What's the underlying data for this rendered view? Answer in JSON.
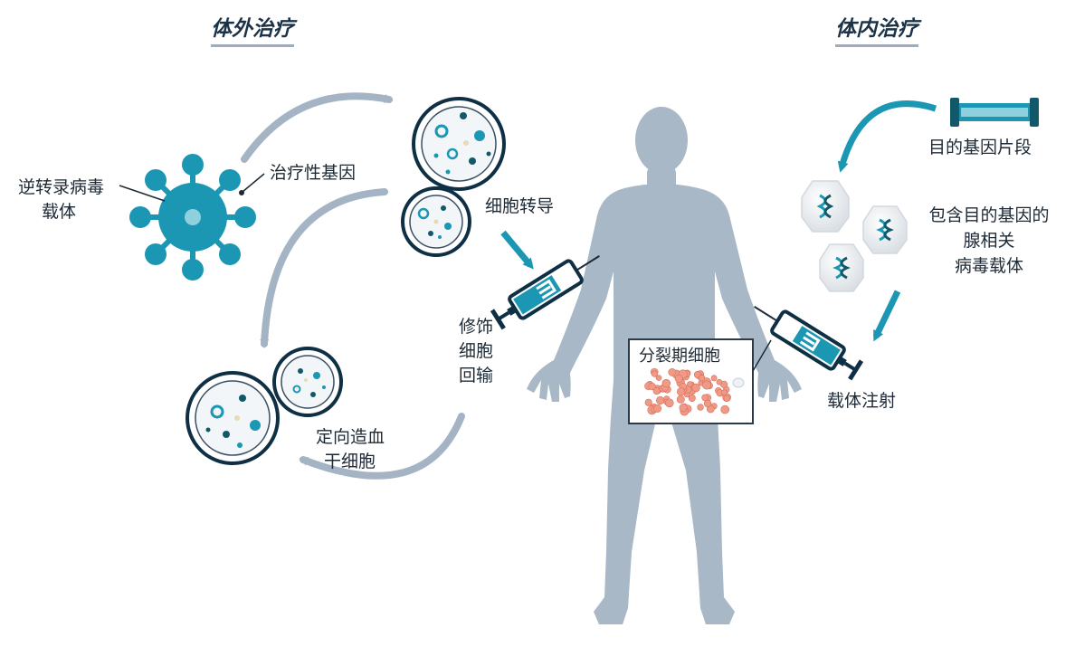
{
  "titles": {
    "ex_vivo": "体外治疗",
    "in_vivo": "体内治疗"
  },
  "labels": {
    "retroviral_vector_line1": "逆转录病毒",
    "retroviral_vector_line2": "载体",
    "therapeutic_gene": "治疗性基因",
    "transduction": "细胞转导",
    "modified_cells_line1": "修饰",
    "modified_cells_line2": "细胞",
    "modified_cells_line3": "回输",
    "hsc_line1": "定向造血",
    "hsc_line2": "干细胞",
    "dividing_cells": "分裂期细胞",
    "target_gene_fragment": "目的基因片段",
    "aav_line1": "包含目的基因的",
    "aav_line2": "腺相关",
    "aav_line3": "病毒载体",
    "vector_injection": "载体注射"
  },
  "colors": {
    "teal": "#1b97b3",
    "teal_dark": "#12586b",
    "navy": "#0f2f44",
    "body": "#a8b8c6",
    "arrow_gray": "#a4b4c4",
    "cell_pink": "#ef9a86"
  }
}
